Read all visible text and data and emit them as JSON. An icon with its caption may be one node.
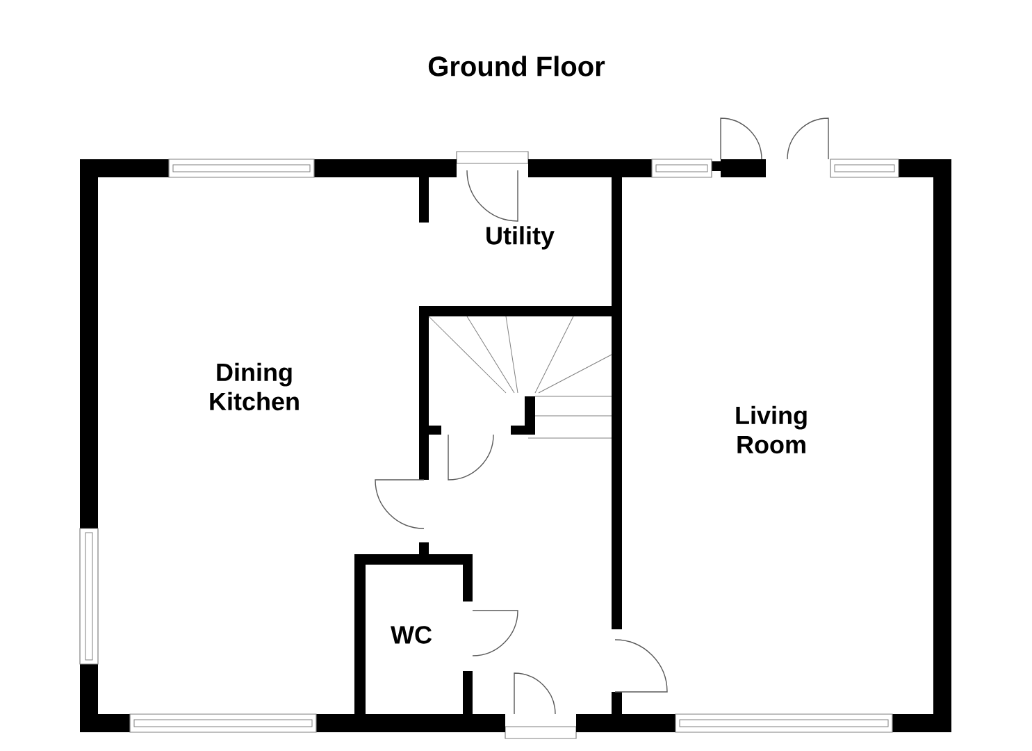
{
  "diagram": {
    "title": "Ground Floor",
    "labels": [
      "Utility",
      "Dining Kitchen",
      "Living Room",
      "WC"
    ]
  }
}
